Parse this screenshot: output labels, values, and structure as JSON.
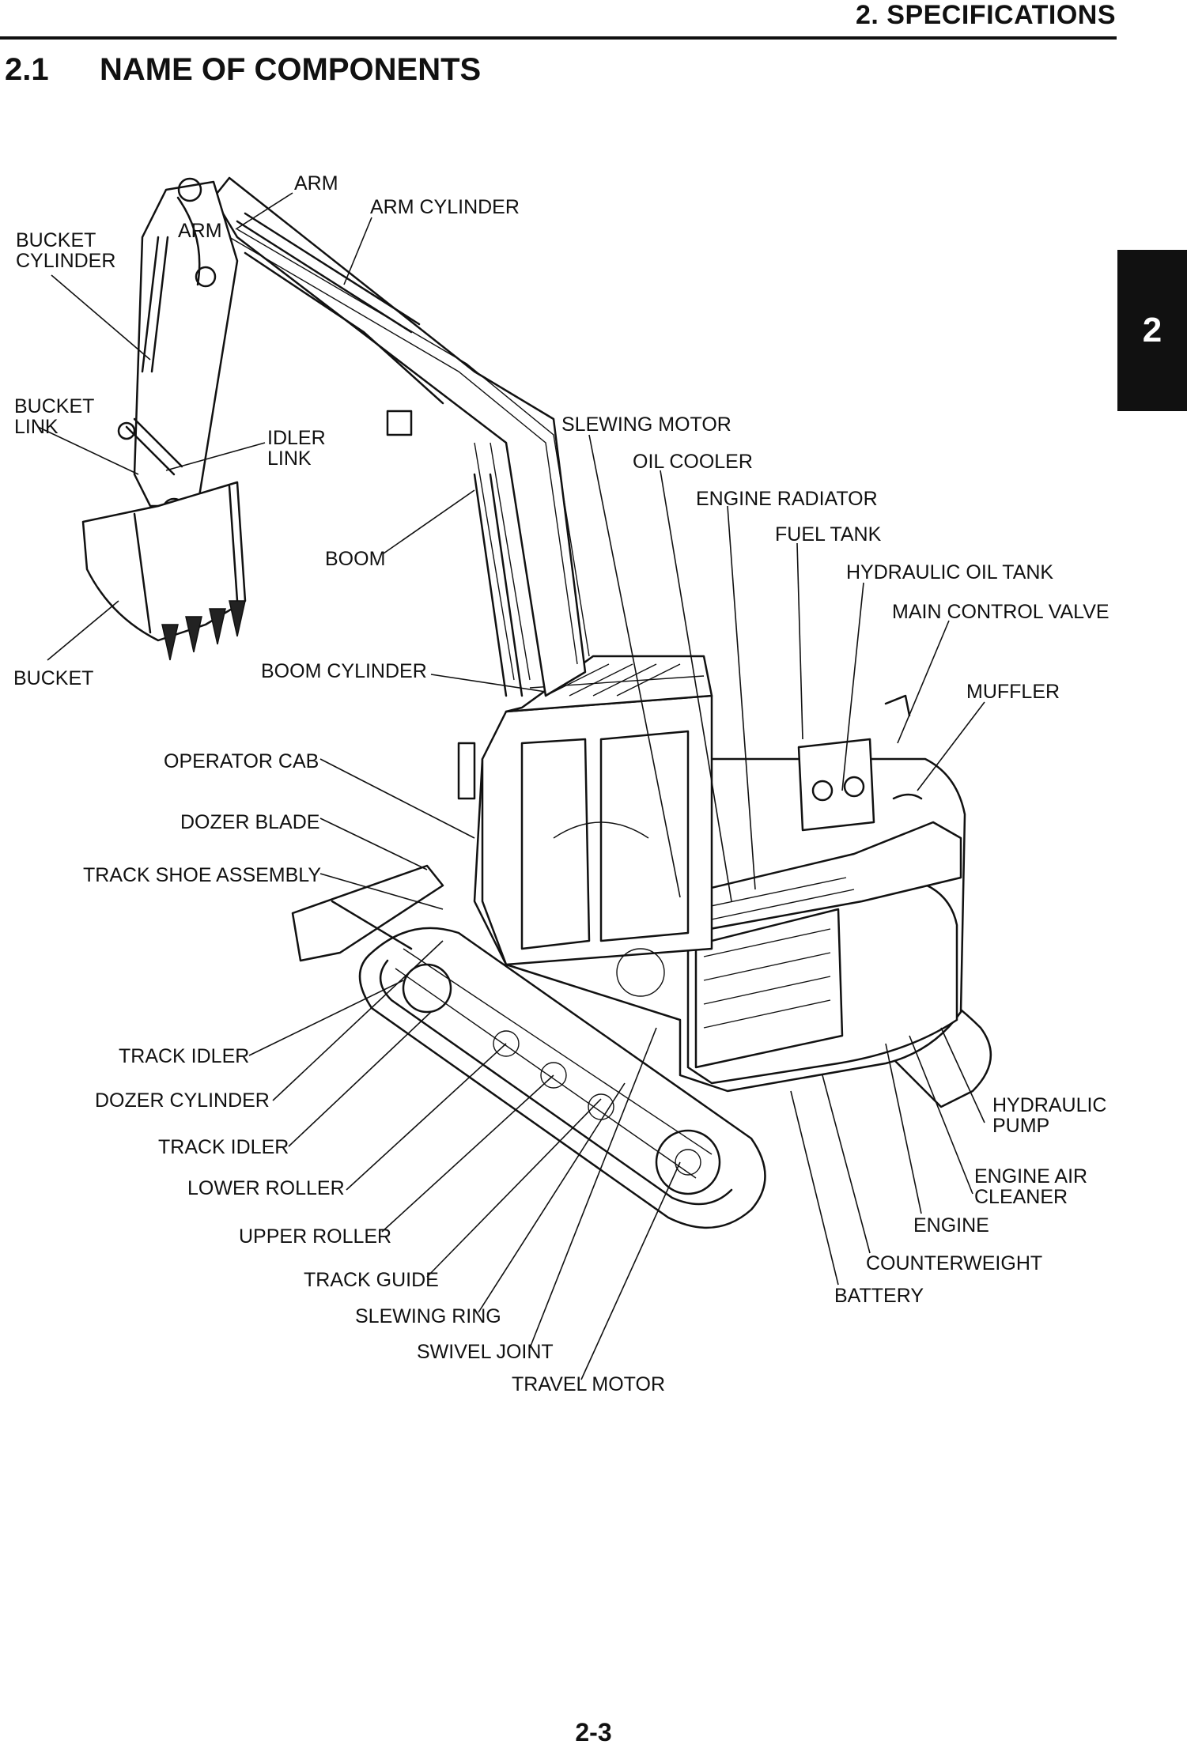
{
  "header": {
    "section": "2.  SPECIFICATIONS"
  },
  "heading": {
    "number": "2.1",
    "title": "NAME OF COMPONENTS"
  },
  "chapter_tab": "2",
  "labels": {
    "arm": "ARM",
    "arm_small": "ARM",
    "arm_cylinder": "ARM CYLINDER",
    "bucket_cylinder_1": "BUCKET",
    "bucket_cylinder_2": "CYLINDER",
    "bucket_link_1": "BUCKET",
    "bucket_link_2": "LINK",
    "idler_link_1": "IDLER",
    "idler_link_2": "LINK",
    "boom": "BOOM",
    "bucket": "BUCKET",
    "boom_cylinder": "BOOM CYLINDER",
    "slewing_motor": "SLEWING MOTOR",
    "oil_cooler": "OIL COOLER",
    "engine_radiator": "ENGINE RADIATOR",
    "fuel_tank": "FUEL TANK",
    "hydraulic_oil_tank": "HYDRAULIC OIL TANK",
    "main_control_valve": "MAIN CONTROL VALVE",
    "muffler": "MUFFLER",
    "operator_cab": "OPERATOR CAB",
    "dozer_blade": "DOZER BLADE",
    "track_shoe_assembly": "TRACK SHOE ASSEMBLY",
    "track_idler_1": "TRACK IDLER",
    "dozer_cylinder": "DOZER CYLINDER",
    "track_idler_2": "TRACK IDLER",
    "lower_roller": "LOWER ROLLER",
    "upper_roller": "UPPER ROLLER",
    "track_guide": "TRACK GUIDE",
    "slewing_ring": "SLEWING RING",
    "swivel_joint": "SWIVEL JOINT",
    "travel_motor": "TRAVEL MOTOR",
    "hydraulic_pump_1": "HYDRAULIC",
    "hydraulic_pump_2": "PUMP",
    "engine_air_cleaner_1": "ENGINE AIR",
    "engine_air_cleaner_2": "CLEANER",
    "engine": "ENGINE",
    "counterweight": "COUNTERWEIGHT",
    "battery": "BATTERY"
  },
  "footer": {
    "page_number": "2-3"
  }
}
